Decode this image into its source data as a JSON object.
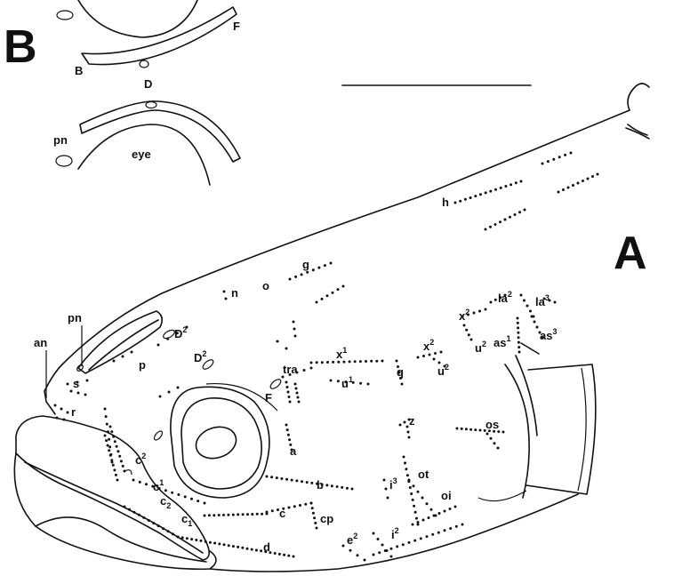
{
  "panel_labels": {
    "a": "A",
    "b": "B"
  },
  "inset_labels": {
    "F": "F",
    "B": "B",
    "D": "D",
    "pn": "pn",
    "eye": "eye"
  },
  "labels": {
    "h": "h",
    "g": "g",
    "n": "n",
    "o": "o",
    "an": "an",
    "pn": "pn",
    "D2a": "D",
    "D2b": "D",
    "p": "p",
    "s": "s",
    "r": "r",
    "tra": "tra",
    "F": "F",
    "x1": "x",
    "u1": "u",
    "q": "q",
    "x2a": "x",
    "u2a": "u",
    "x2b": "x",
    "u2b": "u",
    "la2": "la",
    "la3": "la",
    "as1": "as",
    "as3": "as",
    "z": "z",
    "os": "os",
    "a": "a",
    "b": "b",
    "c": "c",
    "cp": "cp",
    "c2top": "c",
    "c1": "c",
    "c2": "c",
    "c1b": "c",
    "d": "d",
    "e2": "e",
    "i3": "i",
    "ot": "ot",
    "oi": "oi",
    "i2": "i"
  },
  "sups": {
    "D2a": "2",
    "D2b": "2",
    "x1": "1",
    "u1": "1",
    "x2a": "2",
    "u2a": "2",
    "x2b": "2",
    "u2b": "2",
    "la2": "2",
    "la3": "3",
    "as1": "1",
    "as3": "3",
    "c2top": "2",
    "c1": "1",
    "e2": "2",
    "i3": "3",
    "i2": "2"
  },
  "subs": {
    "c2": "2",
    "c1b": "1"
  },
  "colors": {
    "ink": "#111111",
    "background": "#ffffff"
  }
}
